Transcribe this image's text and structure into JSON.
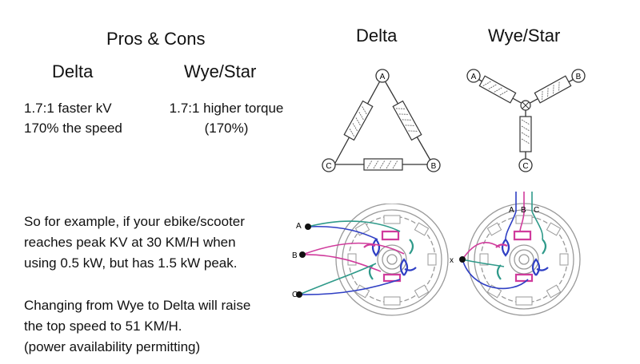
{
  "left": {
    "title": "Pros & Cons",
    "delta_heading": "Delta",
    "wye_heading": "Wye/Star",
    "delta_line1": "1.7:1 faster kV",
    "delta_line2": "170% the speed",
    "wye_line1": "1.7:1 higher torque",
    "wye_line2": "(170%)",
    "example_line1": "So for example, if your ebike/scooter",
    "example_line2": "reaches peak KV at 30 KM/H when",
    "example_line3": "using 0.5 kW, but has 1.5 kW peak.",
    "change_line1": "Changing from Wye to Delta will raise",
    "change_line2": "the top speed to 51 KM/H.",
    "change_line3": "(power availability permitting)"
  },
  "diagrams": {
    "delta_title": "Delta",
    "wye_title": "Wye/Star",
    "node_a": "A",
    "node_b": "B",
    "node_c": "C",
    "neutral": "x"
  },
  "colors": {
    "phase_a": "#2f3fc4",
    "phase_b": "#d03b9c",
    "phase_c": "#2f9a8a",
    "stator": "#9a9a9a"
  }
}
